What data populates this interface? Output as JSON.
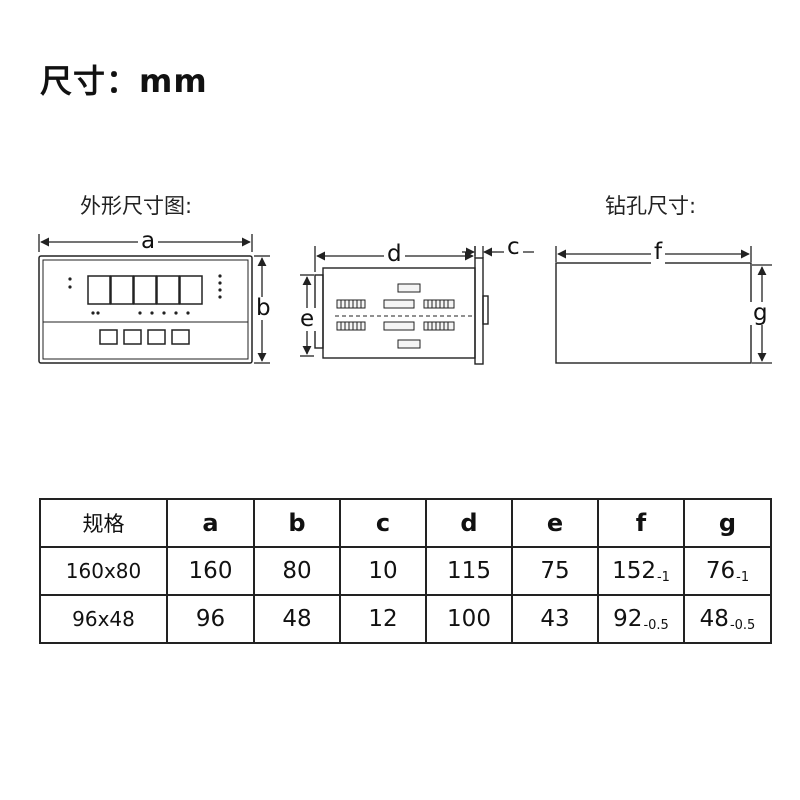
{
  "title": "尺寸：mm",
  "labels": {
    "outline": "外形尺寸图:",
    "drill": "钻孔尺寸:"
  },
  "dimension_letters": {
    "a": "a",
    "b": "b",
    "c": "c",
    "d": "d",
    "e": "e",
    "f": "f",
    "g": "g"
  },
  "table": {
    "headers": [
      "规格",
      "a",
      "b",
      "c",
      "d",
      "e",
      "f",
      "g"
    ],
    "rows": [
      {
        "model": "160x80",
        "a": "160",
        "b": "80",
        "c": "10",
        "d": "115",
        "e": "75",
        "f": "152",
        "f_tol": "-1",
        "g": "76",
        "g_tol": "-1"
      },
      {
        "model": "96x48",
        "a": "96",
        "b": "48",
        "c": "12",
        "d": "100",
        "e": "43",
        "f": "92",
        "f_tol": "-0.5",
        "g": "48",
        "g_tol": "-0.5"
      }
    ]
  }
}
